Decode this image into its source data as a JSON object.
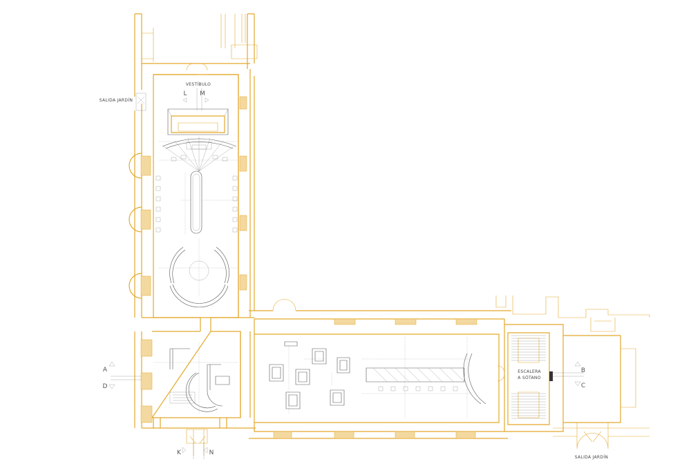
{
  "labels": {
    "vestibulo": "VESTÍBULO",
    "salida_jardin_left": "SALIDA JARDÍN",
    "salida_jardin_bottom": "SALIDA JARDÍN",
    "escalera_line1": "ESCALERA",
    "escalera_line2": "A SÓTANO"
  },
  "section_markers": {
    "L": "L",
    "M": "M",
    "A": "A",
    "D": "D",
    "B": "B",
    "C": "C",
    "K": "K",
    "N": "N"
  },
  "colors": {
    "wall": "#e3a82b",
    "furniture": "#555555",
    "dimension": "#999999",
    "text": "#444444"
  }
}
